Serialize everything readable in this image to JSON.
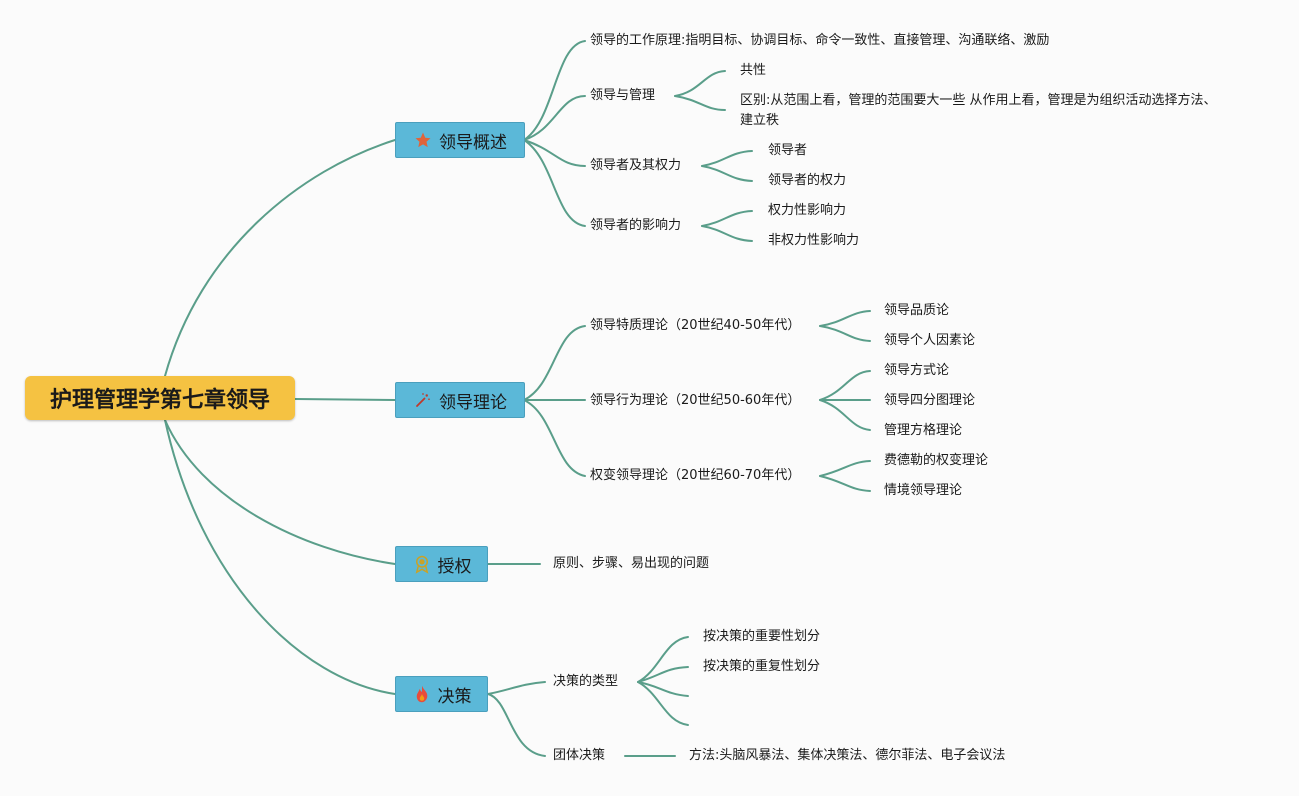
{
  "root": {
    "label": "护理管理学第七章领导"
  },
  "branches": {
    "overview": {
      "label": "领导概述",
      "icon": "star-icon",
      "items": {
        "principles": "领导的工作原理:指明目标、协调目标、命令一致性、直接管理、沟通联络、激励",
        "lead_manage": "领导与管理",
        "lead_manage_common": "共性",
        "lead_manage_diff": "区别:从范围上看，管理的范围要大一些 从作用上看，管理是为组织活动选择方法、建立秩",
        "leader_power": "领导者及其权力",
        "leader": "领导者",
        "leader_power_child": "领导者的权力",
        "influence": "领导者的影响力",
        "power_influence": "权力性影响力",
        "nonpower_influence": "非权力性影响力"
      }
    },
    "theory": {
      "label": "领导理论",
      "icon": "magic-wand-icon",
      "items": {
        "trait": "领导特质理论（20世纪40-50年代）",
        "trait_quality": "领导品质论",
        "trait_personal": "领导个人因素论",
        "behavior": "领导行为理论（20世纪50-60年代）",
        "behavior_style": "领导方式论",
        "behavior_quadrant": "领导四分图理论",
        "behavior_grid": "管理方格理论",
        "contingency": "权变领导理论（20世纪60-70年代）",
        "contingency_fiedler": "费德勒的权变理论",
        "contingency_situational": "情境领导理论"
      }
    },
    "delegation": {
      "label": "授权",
      "icon": "award-icon",
      "items": {
        "content": "原则、步骤、易出现的问题"
      }
    },
    "decision": {
      "label": "决策",
      "icon": "fire-icon",
      "items": {
        "types": "决策的类型",
        "by_importance": "按决策的重要性划分",
        "by_repetition": "按决策的重复性划分",
        "group": "团体决策",
        "methods": "方法:头脑风暴法、集体决策法、德尔菲法、电子会议法"
      }
    }
  },
  "colors": {
    "root_bg": "#f5c242",
    "main_bg": "#5bb8d8",
    "line": "#5a9e8a"
  }
}
